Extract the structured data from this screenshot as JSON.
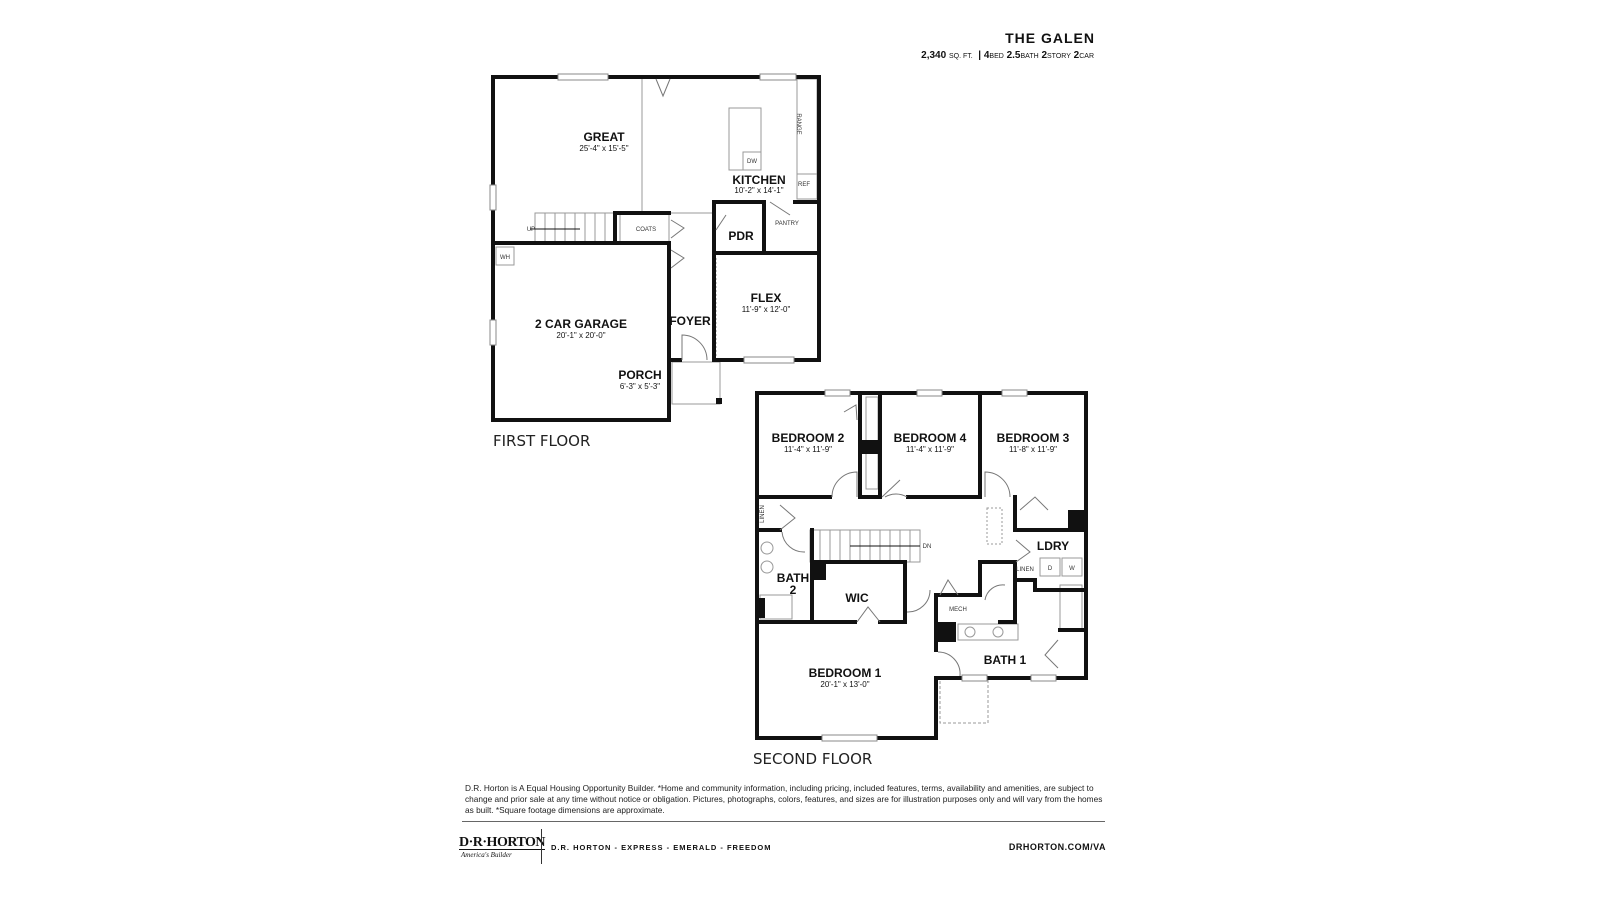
{
  "header": {
    "title": "THE GALEN",
    "sqft": "2,340",
    "sqft_unit": "SQ. FT.",
    "sep": "|",
    "beds": "4",
    "beds_unit": "BED",
    "baths": "2.5",
    "baths_unit": "BATH",
    "stories": "2",
    "stories_unit": "STORY",
    "cars": "2",
    "cars_unit": "CAR"
  },
  "first_floor": {
    "label": "FIRST FLOOR",
    "rooms": {
      "great": {
        "name": "GREAT",
        "dim": "25'-4\" x 15'-5\""
      },
      "kitchen": {
        "name": "KITCHEN",
        "dim": "10'-2\" x 14'-1\""
      },
      "garage": {
        "name": "2 CAR GARAGE",
        "dim": "20'-1\" x 20'-0\""
      },
      "flex": {
        "name": "FLEX",
        "dim": "11'-9\" x 12'-0\""
      },
      "porch": {
        "name": "PORCH",
        "dim": "6'-3\" x 5'-3\""
      },
      "foyer": {
        "name": "FOYER"
      },
      "pdr": {
        "name": "PDR"
      }
    },
    "small_labels": {
      "dw": "DW",
      "range": "RANGE",
      "ref": "REF",
      "pantry": "PANTRY",
      "coats": "COATS",
      "up": "UP",
      "wh": "WH"
    }
  },
  "second_floor": {
    "label": "SECOND FLOOR",
    "rooms": {
      "bedroom2": {
        "name": "BEDROOM 2",
        "dim": "11'-4\" x 11'-9\""
      },
      "bedroom4": {
        "name": "BEDROOM 4",
        "dim": "11'-4\" x 11'-9\""
      },
      "bedroom3": {
        "name": "BEDROOM 3",
        "dim": "11'-8\" x 11'-9\""
      },
      "bedroom1": {
        "name": "BEDROOM 1",
        "dim": "20'-1\" x 13'-0\""
      },
      "bath2": {
        "name": "BATH",
        "name2": "2"
      },
      "bath1": {
        "name": "BATH 1"
      },
      "wic": {
        "name": "WIC"
      },
      "ldry": {
        "name": "LDRY"
      }
    },
    "small_labels": {
      "linen": "LINEN",
      "linen2": "LINEN",
      "dn": "DN",
      "mech": "MECH",
      "d": "D",
      "w": "W"
    }
  },
  "footer": {
    "disclaimer": "D.R. Horton is A Equal Housing Opportunity Builder. *Home and community information, including pricing, included features, terms, availability and amenities, are subject to change and prior sale at any time without notice or obligation. Pictures, photographs, colors, features, and sizes are for illustration purposes only and will vary from the homes as built. *Square footage dimensions are approximate.",
    "logo": "D·R·HORTON",
    "logo_tagline": "America's Builder",
    "brands": "D.R. HORTON - EXPRESS - EMERALD - FREEDOM",
    "url": "DRHORTON.COM/VA"
  }
}
